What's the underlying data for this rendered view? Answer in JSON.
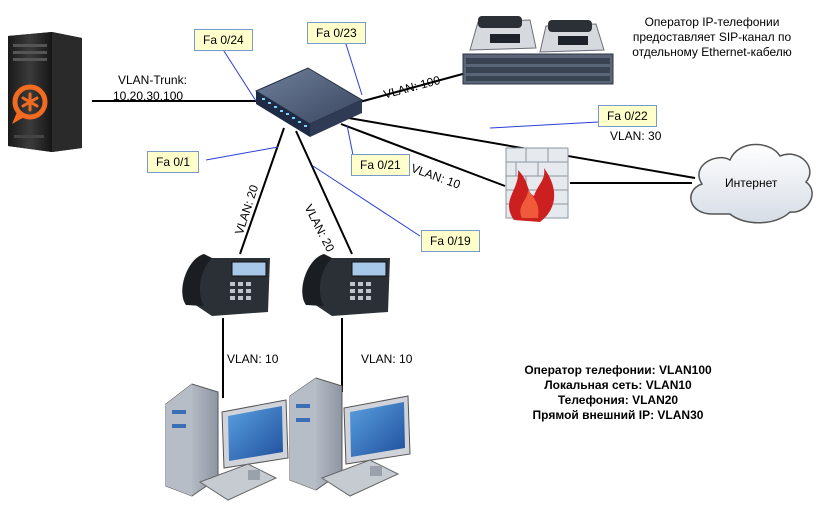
{
  "labels": {
    "trunk_line1": "VLAN-Trunk:",
    "trunk_line2": "10,20,30,100",
    "operator_note_line1": "Оператор IP-телефонии",
    "operator_note_line2": "предоставляет SIP-канал по",
    "operator_note_line3": "отдельному Ethernet-кабелю",
    "internet": "Интернет"
  },
  "ports": {
    "fa024": "Fa 0/24",
    "fa023": "Fa 0/23",
    "fa022": "Fa 0/22",
    "fa021": "Fa 0/21",
    "fa01": "Fa 0/1",
    "fa019": "Fa 0/19"
  },
  "vlans": {
    "to_pbx": "VLAN: 100",
    "to_internet": "VLAN: 30",
    "to_firewall": "VLAN: 10",
    "to_phone1": "VLAN: 20",
    "to_phone2": "VLAN: 20",
    "pc1": "VLAN: 10",
    "pc2": "VLAN: 10"
  },
  "legend": [
    "Оператор телефонии: VLAN100",
    "Локальная сеть: VLAN10",
    "Телефония: VLAN20",
    "Прямой внешний IP: VLAN30"
  ],
  "colors": {
    "link": "#000000",
    "port_pointer": "#2a3fd8",
    "port_box_bg": "#ffffcc",
    "asterisk_orange": "#f26b21",
    "firewall_red": "#cc1f1f"
  },
  "icons": [
    "server-icon",
    "switch-icon",
    "pbx-icon",
    "firewall-icon",
    "cloud-icon",
    "ip-phone-icon",
    "workstation-icon"
  ]
}
